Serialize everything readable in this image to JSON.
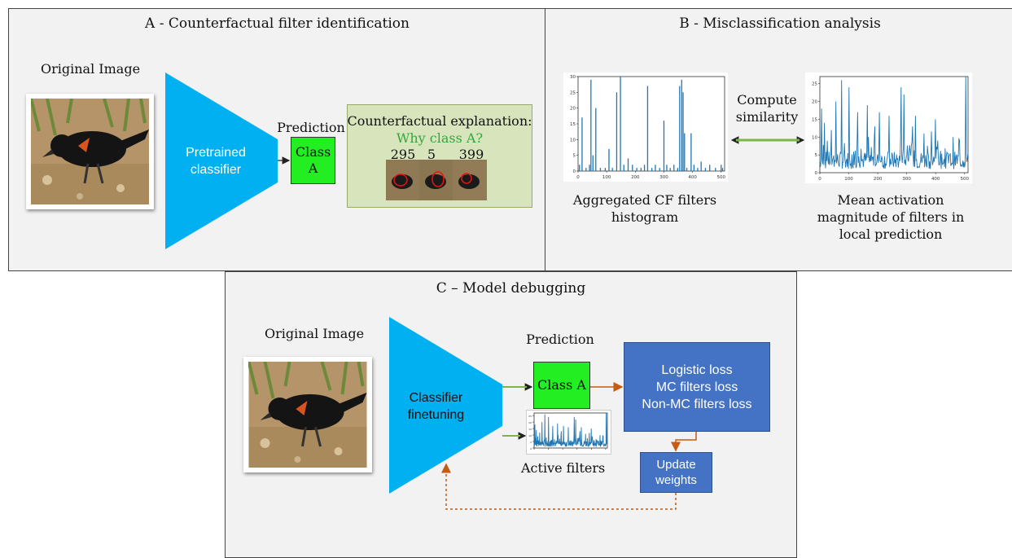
{
  "panel_a": {
    "title": "A - Counterfactual filter identification",
    "original_image_label": "Original Image",
    "classifier_label_1": "Pretrained",
    "classifier_label_2": "classifier",
    "prediction_label": "Prediction",
    "class_label_1": "Class",
    "class_label_2": "A",
    "cf_title": "Counterfactual explanation:",
    "cf_why": "Why class A?",
    "filter_ids": [
      "295",
      "5",
      "399"
    ],
    "colors": {
      "cf_why": "#2eaa3c",
      "classifier": "#00b0f0",
      "prediction": "#22ee22",
      "cf_box": "#d8e4bc"
    }
  },
  "panel_b": {
    "title": "B - Misclassification analysis",
    "compute_label_1": "Compute",
    "compute_label_2": "similarity",
    "left_caption_1": "Aggregated CF filters",
    "left_caption_2": "histogram",
    "right_caption_1": "Mean activation",
    "right_caption_2": "magnitude of filters in",
    "right_caption_3": "local prediction"
  },
  "panel_c": {
    "title": "C – Model debugging",
    "original_image_label": "Original Image",
    "classifier_label_1": "Classifier",
    "classifier_label_2": "finetuning",
    "prediction_label": "Prediction",
    "class_label": "Class A",
    "active_filters_label": "Active filters",
    "loss_lines": [
      "Logistic loss",
      "MC filters loss",
      "Non-MC filters loss"
    ],
    "update_label_1": "Update",
    "update_label_2": "weights",
    "colors": {
      "loss_box": "#4472c4",
      "feedback_arrow": "#c55a11"
    }
  },
  "chart_data": [
    {
      "type": "bar",
      "title": "",
      "xlabel": "",
      "ylabel": "",
      "xlim": [
        0,
        512
      ],
      "ylim": [
        0,
        30
      ],
      "xticks": [
        "0",
        "100",
        "200",
        "300",
        "400",
        "500"
      ],
      "yticks": [
        "0",
        "5",
        "10",
        "15",
        "20",
        "25",
        "30"
      ],
      "x": [
        5,
        14,
        28,
        40,
        45,
        52,
        62,
        78,
        95,
        108,
        120,
        135,
        148,
        160,
        175,
        190,
        205,
        220,
        232,
        243,
        258,
        270,
        285,
        300,
        310,
        322,
        335,
        348,
        355,
        362,
        367,
        372,
        380,
        395,
        405,
        418,
        430,
        445,
        460,
        480,
        500,
        505
      ],
      "values": [
        2,
        17,
        1,
        2,
        29,
        5,
        20,
        1,
        1,
        7,
        1,
        25,
        30,
        2,
        4,
        2,
        1,
        1,
        2,
        27,
        1,
        2,
        1,
        16,
        2,
        1,
        2,
        1,
        27,
        29,
        25,
        12,
        1,
        12,
        2,
        1,
        3,
        1,
        2,
        1,
        2,
        1
      ]
    },
    {
      "type": "line",
      "title": "",
      "xlabel": "",
      "ylabel": "",
      "xlim": [
        0,
        512
      ],
      "ylim": [
        0,
        27
      ],
      "xticks": [
        "0",
        "100",
        "200",
        "300",
        "400",
        "500"
      ],
      "yticks": [
        "0",
        "5",
        "10",
        "15",
        "20",
        "25"
      ],
      "peaks": {
        "x": [
          5,
          15,
          25,
          40,
          55,
          75,
          100,
          130,
          165,
          190,
          205,
          240,
          280,
          290,
          320,
          330,
          360,
          400,
          460,
          505
        ],
        "y": [
          18,
          14,
          9,
          12,
          20,
          26,
          24,
          17,
          19,
          13,
          17,
          16,
          24,
          22,
          13,
          16,
          11,
          15,
          10,
          27
        ]
      }
    }
  ]
}
